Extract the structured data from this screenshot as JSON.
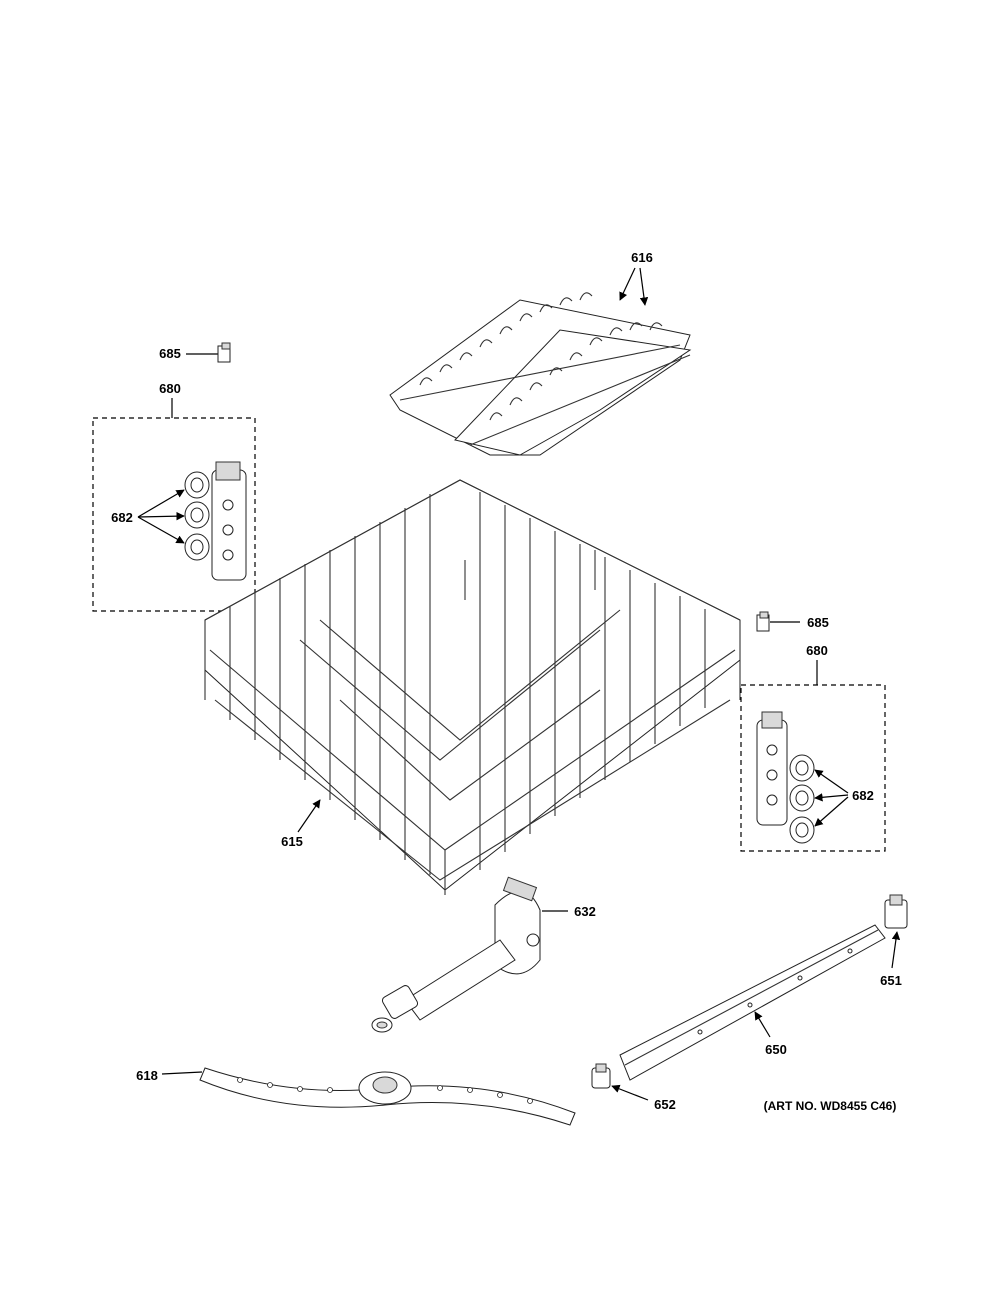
{
  "labels": {
    "l616": "616",
    "l685a": "685",
    "l680a": "680",
    "l682a": "682",
    "l685b": "685",
    "l680b": "680",
    "l682b": "682",
    "l615": "615",
    "l632": "632",
    "l651": "651",
    "l650": "650",
    "l618": "618",
    "l652": "652"
  },
  "art_number": "(ART NO. WD8455 C46)"
}
